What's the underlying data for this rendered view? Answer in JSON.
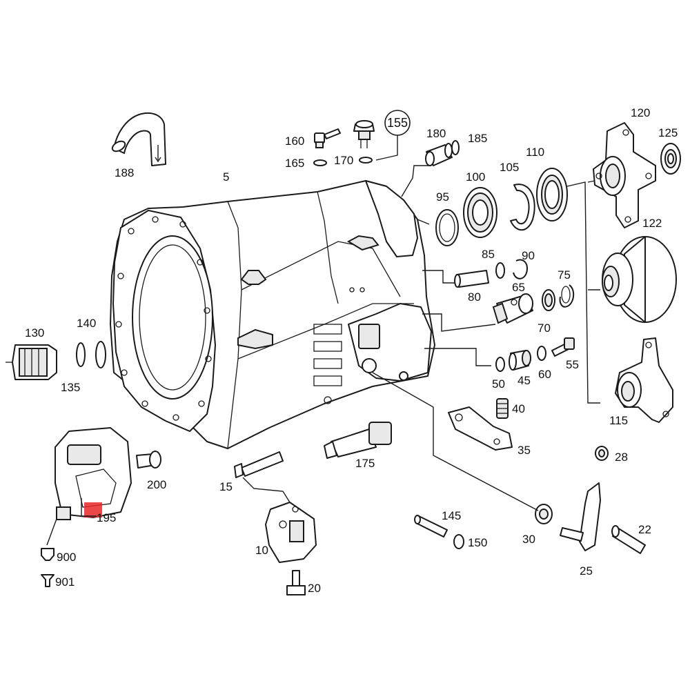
{
  "labels": {
    "l5": "5",
    "l10": "10",
    "l15": "15",
    "l20": "20",
    "l22": "22",
    "l25": "25",
    "l28": "28",
    "l30": "30",
    "l35": "35",
    "l40": "40",
    "l45": "45",
    "l50": "50",
    "l55": "55",
    "l60": "60",
    "l65": "65",
    "l70": "70",
    "l75": "75",
    "l80": "80",
    "l85": "85",
    "l90": "90",
    "l95": "95",
    "l100": "100",
    "l105": "105",
    "l110": "110",
    "l115": "115",
    "l120": "120",
    "l122": "122",
    "l125": "125",
    "l130": "130",
    "l135": "135",
    "l140": "140",
    "l145": "145",
    "l150": "150",
    "l155": "155",
    "l160": "160",
    "l165": "165",
    "l170": "170",
    "l175": "175",
    "l180": "180",
    "l185": "185",
    "l188": "188",
    "l195": "195",
    "l200": "200",
    "l900": "900",
    "l901": "901"
  },
  "highlight_color": "#e8282a"
}
